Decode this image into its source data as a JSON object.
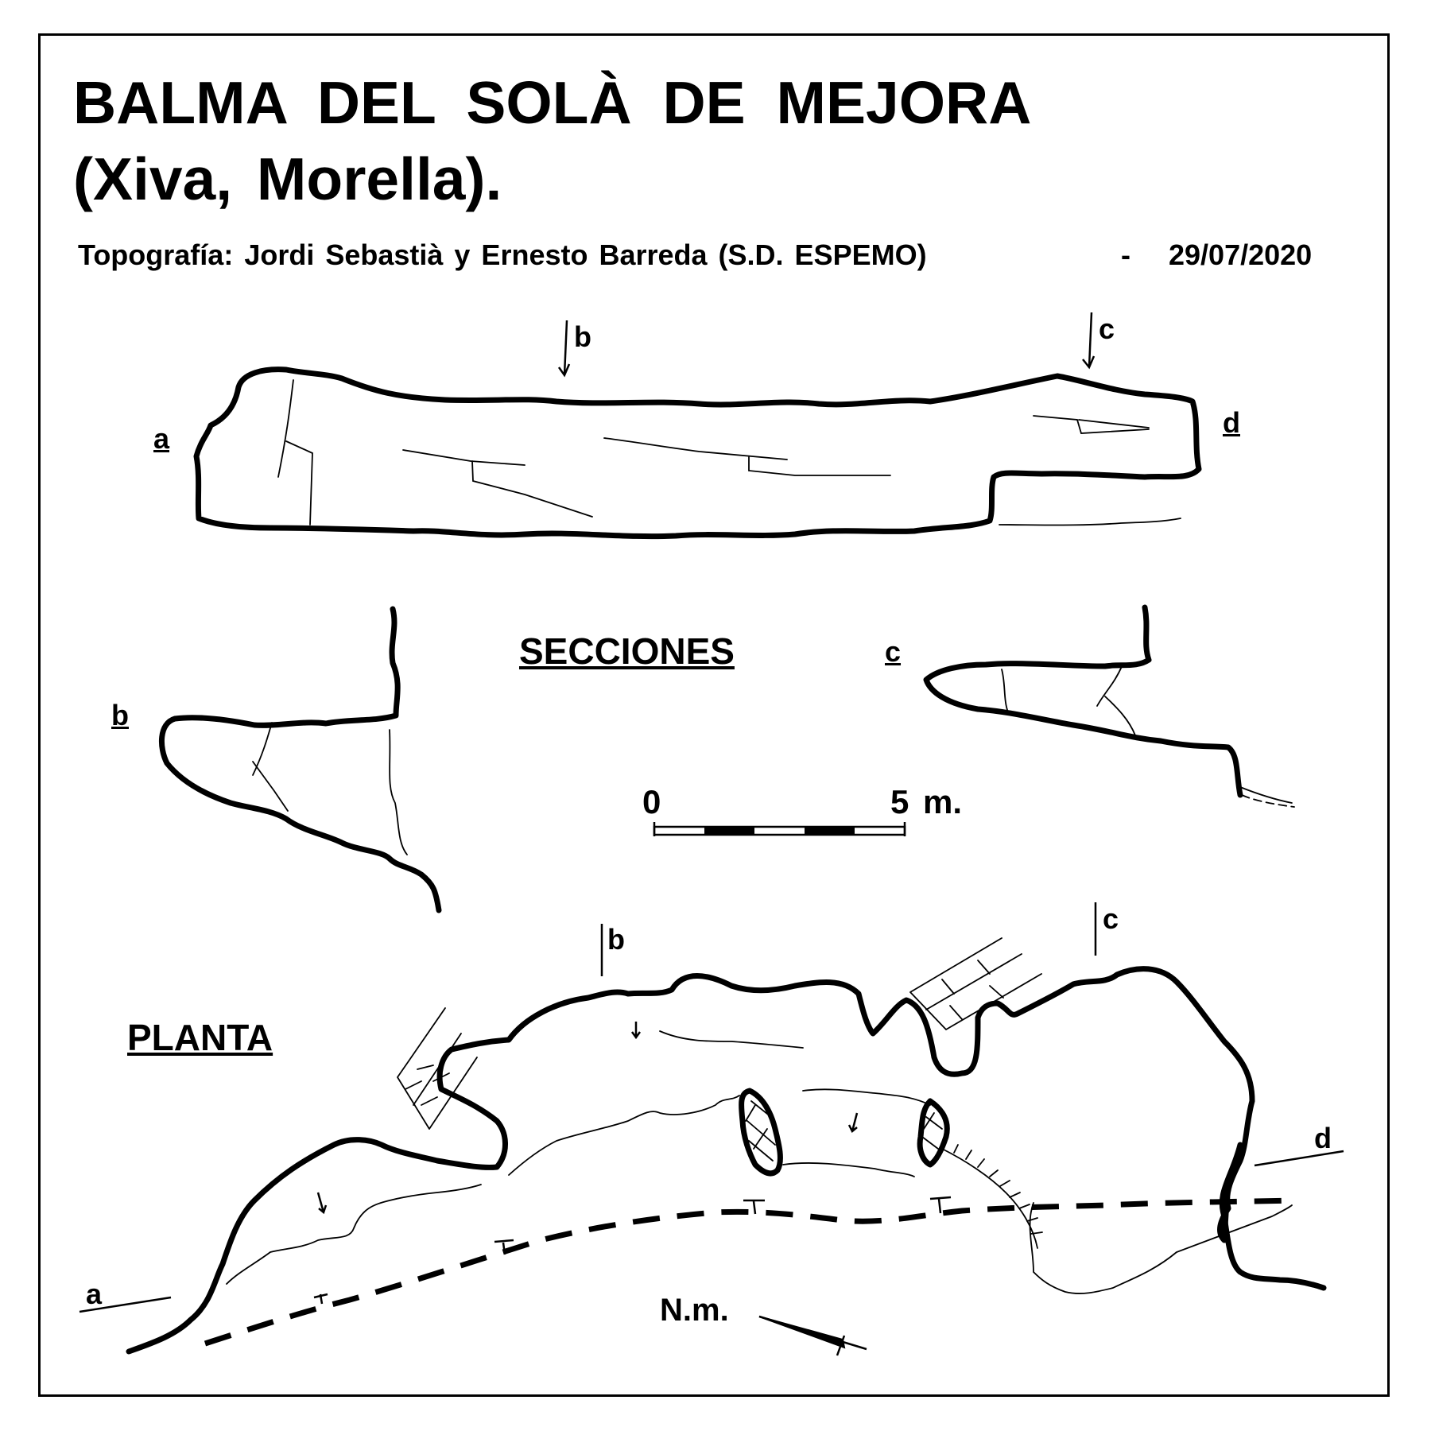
{
  "title": {
    "line1": "BALMA DEL SOLÀ DE MEJORA",
    "line2": "(Xiva, Morella)."
  },
  "credits": {
    "text": "Topografía: Jordi Sebastià y Ernesto Barreda (S.D. ESPEMO)",
    "separator": "-",
    "date": "29/07/2020"
  },
  "labels": {
    "sections_heading": "SECCIONES",
    "plan_heading": "PLANTA",
    "a": "a",
    "b": "b",
    "c": "c",
    "d": "d"
  },
  "scale": {
    "start": "0",
    "end": "5 m."
  },
  "north": {
    "label": "N.m."
  }
}
